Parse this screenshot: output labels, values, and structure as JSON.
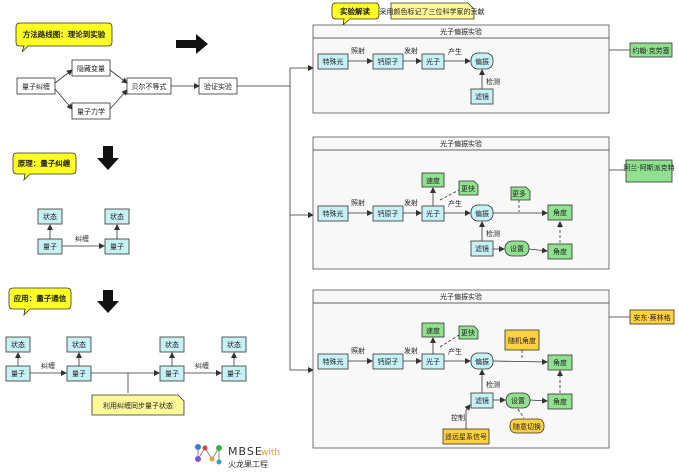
{
  "callouts": {
    "method_roadmap": "方法路线图：理论到实验",
    "principle": "原理：量子纠缠",
    "application": "应用：量子通信",
    "experiment_reading": "实验解读",
    "color_note": "采用颜色标记了三位科学家的贡献",
    "sync_note": "利用纠缠同步量子状态"
  },
  "roadmap": {
    "entanglement": "量子纠缠",
    "hidden_variable": "隐藏变量",
    "quantum_mechanics": "量子力学",
    "bell": "贝尔不等式",
    "verify": "验证实验"
  },
  "principle_diagram": {
    "state_left": "状态",
    "state_right": "状态",
    "quantum_left": "量子",
    "quantum_right": "量子",
    "link": "纠缠"
  },
  "application_diagram": {
    "state1": "状态",
    "state2": "状态",
    "state3": "状态",
    "state4": "状态",
    "q1": "量子",
    "q2": "量子",
    "q3": "量子",
    "q4": "量子",
    "link1": "纠缠",
    "link2": "纠缠"
  },
  "experiments": [
    {
      "title": "光子偏振实验",
      "scientist": "约翰·克劳塞",
      "light": "特殊光",
      "atom": "钙原子",
      "photon": "光子",
      "polarization": "偏振",
      "filter": "滤镜",
      "irradiate": "照射",
      "emit": "发射",
      "produce": "产生",
      "detect": "检测"
    },
    {
      "title": "光子偏振实验",
      "scientist": "阿兰·阿斯派克特",
      "light": "特殊光",
      "atom": "钙原子",
      "photon": "光子",
      "polarization": "偏振",
      "filter": "滤镜",
      "speed": "速度",
      "faster": "更快",
      "more": "更多",
      "angle_top": "角度",
      "angle_bottom": "角度",
      "setting": "设置",
      "irradiate": "照射",
      "emit": "发射",
      "produce": "产生",
      "detect": "检测"
    },
    {
      "title": "光子偏振实验",
      "scientist": "安东·蔡林格",
      "light": "特殊光",
      "atom": "钙原子",
      "photon": "光子",
      "polarization": "偏振",
      "filter": "滤镜",
      "speed": "速度",
      "faster": "更快",
      "angle_top": "角度",
      "angle_bottom": "角度",
      "setting": "设置",
      "random_angle": "随机角度",
      "random_switch": "随意切换",
      "remote_signal": "遥远星系信号",
      "irradiate": "照射",
      "emit": "发射",
      "produce": "产生",
      "detect": "检测",
      "control": "控制"
    }
  ],
  "logo": {
    "line1": "MBSE",
    "with": "with",
    "line2": "火龙果工程"
  }
}
